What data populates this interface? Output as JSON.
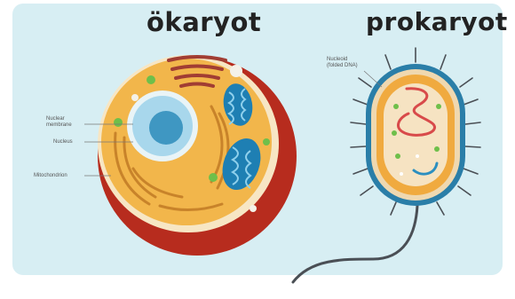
{
  "titles": {
    "eukaryote": "ökaryot",
    "prokaryote": "prokaryot"
  },
  "labels": {
    "nuclear_membrane": "Nuclear\nmembrane",
    "nucleus": "Nucleus",
    "mitochondrion": "Mitochondrion",
    "nucleoid": "Nucleoid\n(folded DNA)"
  },
  "colors": {
    "panel": "#d7eef3",
    "cell_wall": "#c43322",
    "cytoplasm": "#f3b74a",
    "nucleus": "#5fb2d6",
    "mitochondria": "#1e7fb3",
    "bacterium_body": "#f0aa3f",
    "dna": "#d84a4a"
  }
}
